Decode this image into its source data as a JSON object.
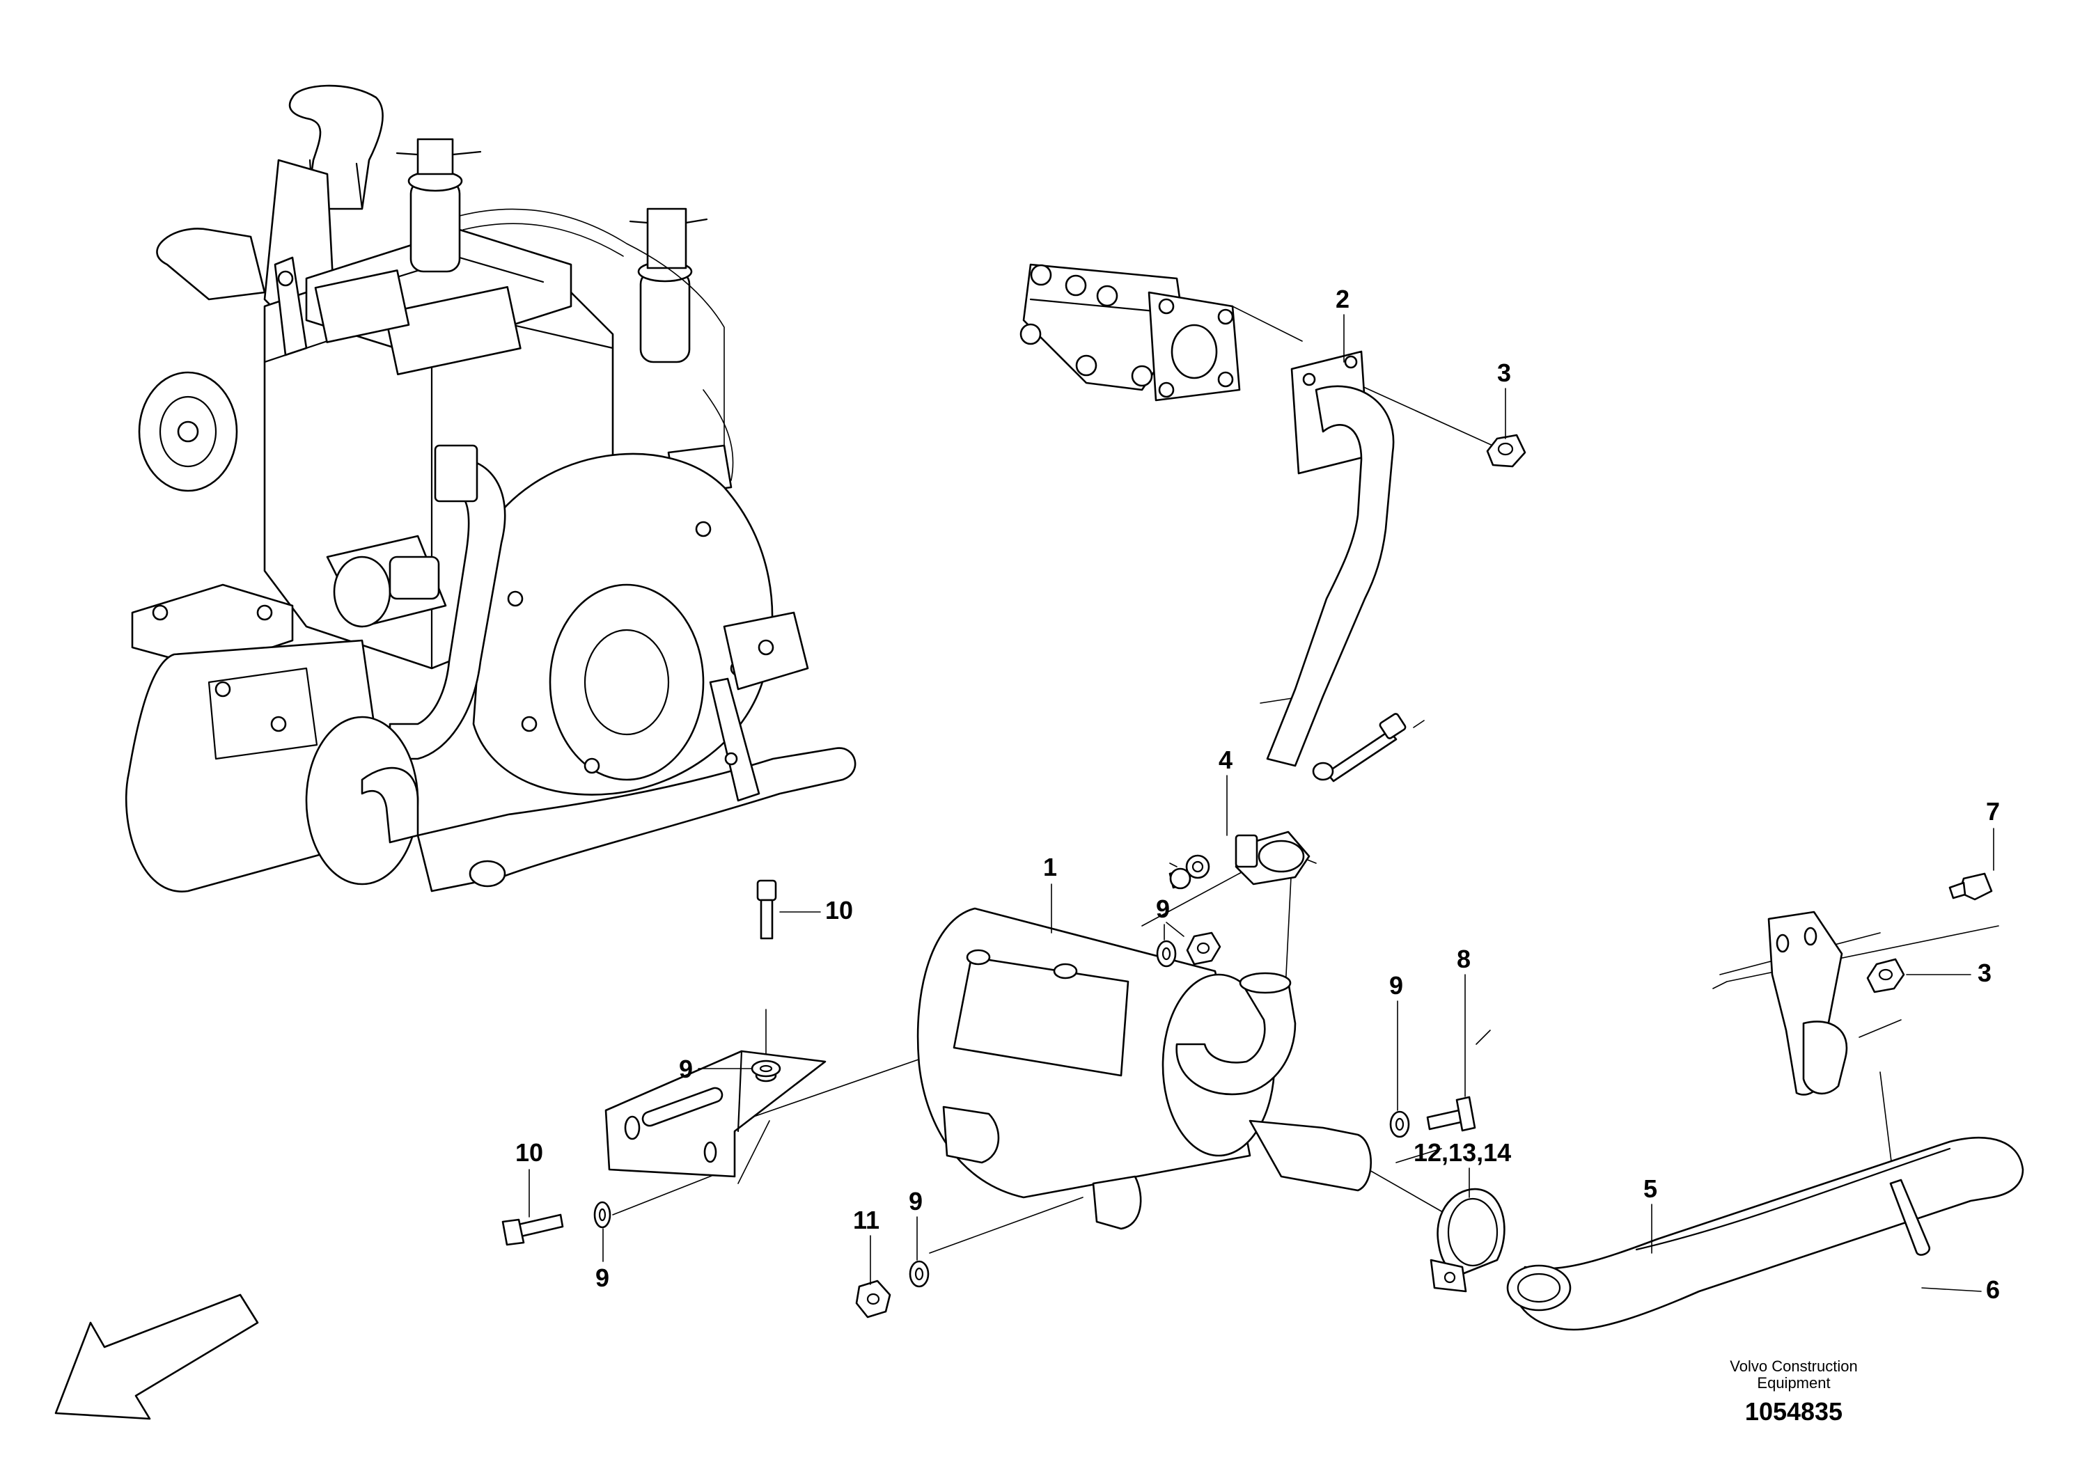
{
  "callouts": {
    "c1": "1",
    "c2": "2",
    "c3a": "3",
    "c3b": "3",
    "c4": "4",
    "c5": "5",
    "c6": "6",
    "c7": "7",
    "c8": "8",
    "c9a": "9",
    "c9b": "9",
    "c9c": "9",
    "c9d": "9",
    "c9e": "9",
    "c10a": "10",
    "c10b": "10",
    "c11": "11",
    "c121314": "12,13,14"
  },
  "footer": {
    "brand_line1": "Volvo Construction",
    "brand_line2": "Equipment",
    "doc_number": "1054835"
  },
  "icons": {
    "direction": "arrow-down-left-icon"
  }
}
